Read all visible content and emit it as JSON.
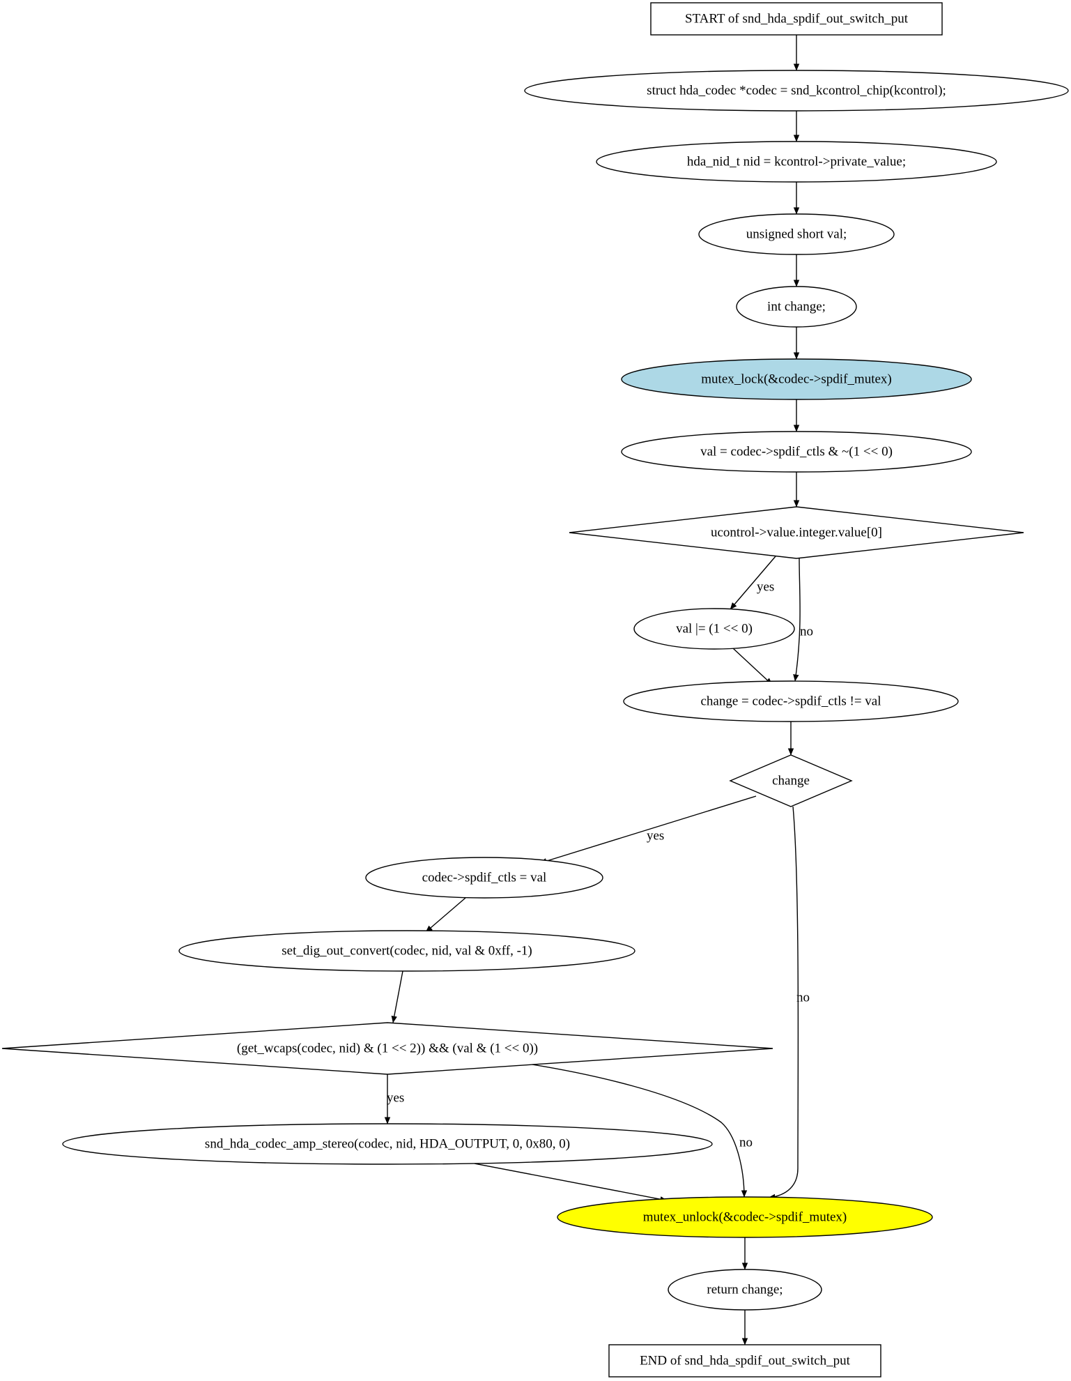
{
  "nodes": {
    "start": {
      "label": "START of snd_hda_spdif_out_switch_put",
      "shape": "rect",
      "fill": "#ffffff"
    },
    "n_codec": {
      "label": "struct hda_codec *codec = snd_kcontrol_chip(kcontrol);",
      "shape": "ellipse",
      "fill": "#ffffff"
    },
    "n_nid": {
      "label": "hda_nid_t nid = kcontrol->private_value;",
      "shape": "ellipse",
      "fill": "#ffffff"
    },
    "n_val_decl": {
      "label": "unsigned short val;",
      "shape": "ellipse",
      "fill": "#ffffff"
    },
    "n_change_decl": {
      "label": "int change;",
      "shape": "ellipse",
      "fill": "#ffffff"
    },
    "n_lock": {
      "label": "mutex_lock(&codec->spdif_mutex)",
      "shape": "ellipse",
      "fill": "#add8e6"
    },
    "n_val_assign": {
      "label": "val = codec->spdif_ctls & ~(1 << 0)",
      "shape": "ellipse",
      "fill": "#ffffff"
    },
    "d_ucontrol": {
      "label": "ucontrol->value.integer.value[0]",
      "shape": "diamond",
      "fill": "#ffffff"
    },
    "n_val_or": {
      "label": "val |= (1 << 0)",
      "shape": "ellipse",
      "fill": "#ffffff"
    },
    "n_change_assign": {
      "label": "change = codec->spdif_ctls != val",
      "shape": "ellipse",
      "fill": "#ffffff"
    },
    "d_change": {
      "label": "change",
      "shape": "diamond",
      "fill": "#ffffff"
    },
    "n_ctls_assign": {
      "label": "codec->spdif_ctls = val",
      "shape": "ellipse",
      "fill": "#ffffff"
    },
    "n_set_dig": {
      "label": "set_dig_out_convert(codec, nid, val & 0xff, -1)",
      "shape": "ellipse",
      "fill": "#ffffff"
    },
    "d_wcaps": {
      "label": "(get_wcaps(codec, nid) & (1 << 2)) && (val & (1 << 0))",
      "shape": "diamond",
      "fill": "#ffffff"
    },
    "n_amp": {
      "label": "snd_hda_codec_amp_stereo(codec, nid, HDA_OUTPUT, 0, 0x80, 0)",
      "shape": "ellipse",
      "fill": "#ffffff"
    },
    "n_unlock": {
      "label": "mutex_unlock(&codec->spdif_mutex)",
      "shape": "ellipse",
      "fill": "#ffff00"
    },
    "n_return": {
      "label": "return change;",
      "shape": "ellipse",
      "fill": "#ffffff"
    },
    "end": {
      "label": "END of snd_hda_spdif_out_switch_put",
      "shape": "rect",
      "fill": "#ffffff"
    }
  },
  "edges": [
    {
      "from": "start",
      "to": "n_codec",
      "label": ""
    },
    {
      "from": "n_codec",
      "to": "n_nid",
      "label": ""
    },
    {
      "from": "n_nid",
      "to": "n_val_decl",
      "label": ""
    },
    {
      "from": "n_val_decl",
      "to": "n_change_decl",
      "label": ""
    },
    {
      "from": "n_change_decl",
      "to": "n_lock",
      "label": ""
    },
    {
      "from": "n_lock",
      "to": "n_val_assign",
      "label": ""
    },
    {
      "from": "n_val_assign",
      "to": "d_ucontrol",
      "label": ""
    },
    {
      "from": "d_ucontrol",
      "to": "n_val_or",
      "label": "yes"
    },
    {
      "from": "d_ucontrol",
      "to": "n_change_assign",
      "label": "no"
    },
    {
      "from": "n_val_or",
      "to": "n_change_assign",
      "label": ""
    },
    {
      "from": "n_change_assign",
      "to": "d_change",
      "label": ""
    },
    {
      "from": "d_change",
      "to": "n_ctls_assign",
      "label": "yes"
    },
    {
      "from": "d_change",
      "to": "n_unlock",
      "label": "no"
    },
    {
      "from": "n_ctls_assign",
      "to": "n_set_dig",
      "label": ""
    },
    {
      "from": "n_set_dig",
      "to": "d_wcaps",
      "label": ""
    },
    {
      "from": "d_wcaps",
      "to": "n_amp",
      "label": "yes"
    },
    {
      "from": "d_wcaps",
      "to": "n_unlock",
      "label": "no"
    },
    {
      "from": "n_amp",
      "to": "n_unlock",
      "label": ""
    },
    {
      "from": "n_unlock",
      "to": "n_return",
      "label": ""
    },
    {
      "from": "n_return",
      "to": "end",
      "label": ""
    }
  ]
}
